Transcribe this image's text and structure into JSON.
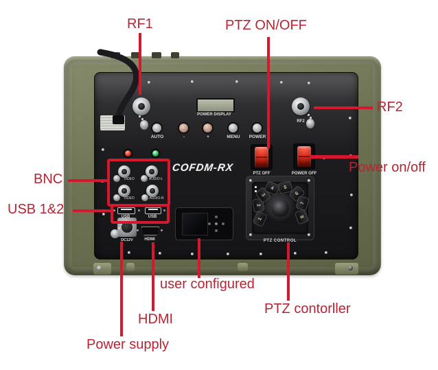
{
  "callouts": {
    "rf1": "RF1",
    "ptz_onoff": "PTZ ON/OFF",
    "rf2": "RF2",
    "power_onoff": "Power on/off",
    "bnc": "BNC",
    "usb12": "USB 1&2",
    "user_configured": "user configured",
    "ptz_controller": "PTZ contorller",
    "hdmi": "HDMI",
    "power_supply": "Power supply"
  },
  "panel": {
    "brand": "COFDM-RX",
    "power_display": "POWER DISPLAY",
    "buttons": [
      "AUTO",
      "-",
      "+",
      "MENU",
      "POWER"
    ],
    "rf2_port": "RF2",
    "switch_ptz": "PTZ OFF",
    "switch_power": "POWER OFF",
    "bnc_ports": [
      "VIDEO",
      "AUDIO-L",
      "VIDEO",
      "AUDIO-R"
    ],
    "usb_ports": [
      "USB",
      "USB"
    ],
    "dc_port": "DC12V",
    "hdmi_port": "HDMI",
    "ptz_control": "PTZ CONTROL",
    "keypad": [
      "1",
      "2",
      "3",
      "4",
      "5",
      "6",
      "7",
      "8"
    ]
  },
  "colors": {
    "annotation_line": "#d5182e",
    "annotation_text": "#b82433",
    "case_green": "#6e7354",
    "panel_black": "#1d1d1f",
    "switch_red": "#e23320"
  }
}
